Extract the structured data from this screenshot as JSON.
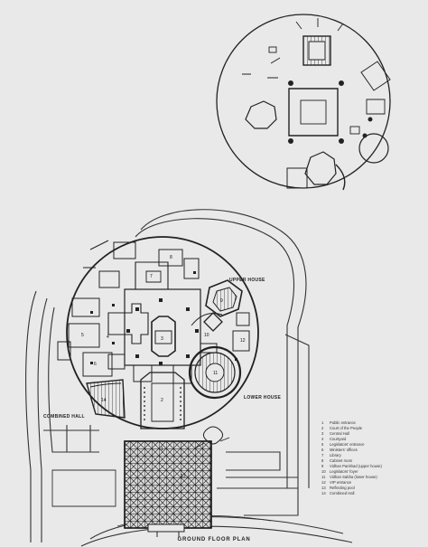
{
  "labels": {
    "upper_house": "UPPER HOUSE",
    "lower_house": "LOWER HOUSE",
    "combined_hall": "COMBINED HALL",
    "caption": "GROUND FLOOR PLAN"
  },
  "legend": [
    {
      "num": "1",
      "text": "Public entrance"
    },
    {
      "num": "2",
      "text": "Court of the People"
    },
    {
      "num": "3",
      "text": "Central Hall"
    },
    {
      "num": "4",
      "text": "Courtyard"
    },
    {
      "num": "5",
      "text": "Legislators' entrance"
    },
    {
      "num": "6",
      "text": "Ministers' offices"
    },
    {
      "num": "7",
      "text": "Library"
    },
    {
      "num": "8",
      "text": "Cabinet room"
    },
    {
      "num": "9",
      "text": "Vidhan Parishad (upper house)"
    },
    {
      "num": "10",
      "text": "Legislators' foyer"
    },
    {
      "num": "11",
      "text": "Vidhan Sabha (lower house)"
    },
    {
      "num": "12",
      "text": "VIP entrance"
    },
    {
      "num": "13",
      "text": "Reflecting pool"
    },
    {
      "num": "14",
      "text": "Combined Hall"
    }
  ],
  "room_numbers": [
    "1",
    "2",
    "3",
    "4",
    "5",
    "6",
    "7",
    "8",
    "9",
    "10",
    "11",
    "12",
    "13",
    "14"
  ],
  "colors": {
    "ink": "#222222",
    "paper": "#e9e9e9"
  }
}
